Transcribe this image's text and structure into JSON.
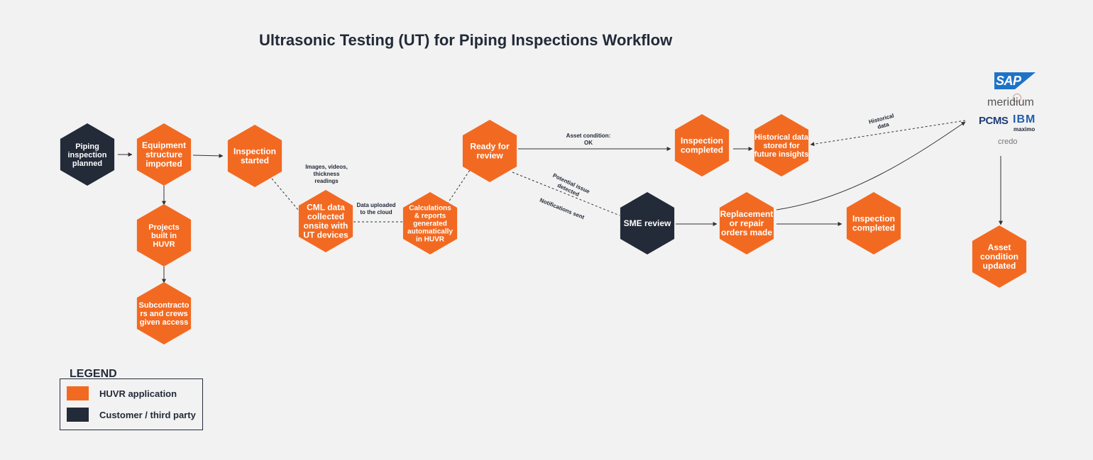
{
  "title": "Ultrasonic Testing (UT) for Piping Inspections Workflow",
  "colors": {
    "huvr": "#f26a21",
    "customer": "#232a38",
    "background": "#f2f2f2"
  },
  "nodes": [
    {
      "id": "n1",
      "type": "customer",
      "lines": [
        "Piping",
        "inspection",
        "planned"
      ]
    },
    {
      "id": "n2",
      "type": "huvr",
      "lines": [
        "Equipment",
        "structure",
        "imported"
      ]
    },
    {
      "id": "n3",
      "type": "huvr",
      "lines": [
        "Inspection",
        "started"
      ]
    },
    {
      "id": "n4",
      "type": "huvr",
      "lines": [
        "Projects",
        "built in",
        "HUVR"
      ]
    },
    {
      "id": "n5",
      "type": "huvr",
      "lines": [
        "Subcontracto",
        "rs and crews",
        "given access"
      ]
    },
    {
      "id": "n6",
      "type": "huvr",
      "lines": [
        "CML data",
        "collected",
        "onsite with",
        "UT devices"
      ]
    },
    {
      "id": "n7",
      "type": "huvr",
      "lines": [
        "Calculations",
        "& reports",
        "generated",
        "automatically",
        "in HUVR"
      ]
    },
    {
      "id": "n8",
      "type": "huvr",
      "lines": [
        "Ready for",
        "review"
      ]
    },
    {
      "id": "n9",
      "type": "huvr",
      "lines": [
        "Inspection",
        "completed"
      ]
    },
    {
      "id": "n10",
      "type": "huvr",
      "lines": [
        "Historical data",
        "stored for",
        "future insights"
      ]
    },
    {
      "id": "n11",
      "type": "customer",
      "lines": [
        "SME review"
      ]
    },
    {
      "id": "n12",
      "type": "huvr",
      "lines": [
        "Replacement",
        "or repair",
        "orders made"
      ]
    },
    {
      "id": "n13",
      "type": "huvr",
      "lines": [
        "Inspection",
        "completed"
      ]
    },
    {
      "id": "n14",
      "type": "huvr",
      "lines": [
        "Asset",
        "condition",
        "updated"
      ]
    }
  ],
  "edge_labels": {
    "images": [
      "Images, videos,",
      "thickness",
      "readings"
    ],
    "uploaded": [
      "Data uploaded",
      "to the cloud"
    ],
    "asset_ok": [
      "Asset condition:",
      "OK"
    ],
    "potential_issue": [
      "Potential issue",
      "detected"
    ],
    "notifications": [
      "Notifications sent"
    ],
    "historical": [
      "Historical",
      "data"
    ]
  },
  "logos": {
    "sap": "SAP",
    "meridium": "meridium",
    "pcms": "PCMS",
    "ibm": "IBM",
    "maximo": "maximo",
    "credo": "credo"
  },
  "legend": {
    "title": "LEGEND",
    "items": [
      {
        "label": "HUVR application",
        "color": "#f26a21"
      },
      {
        "label": "Customer / third party",
        "color": "#232a38"
      }
    ]
  }
}
